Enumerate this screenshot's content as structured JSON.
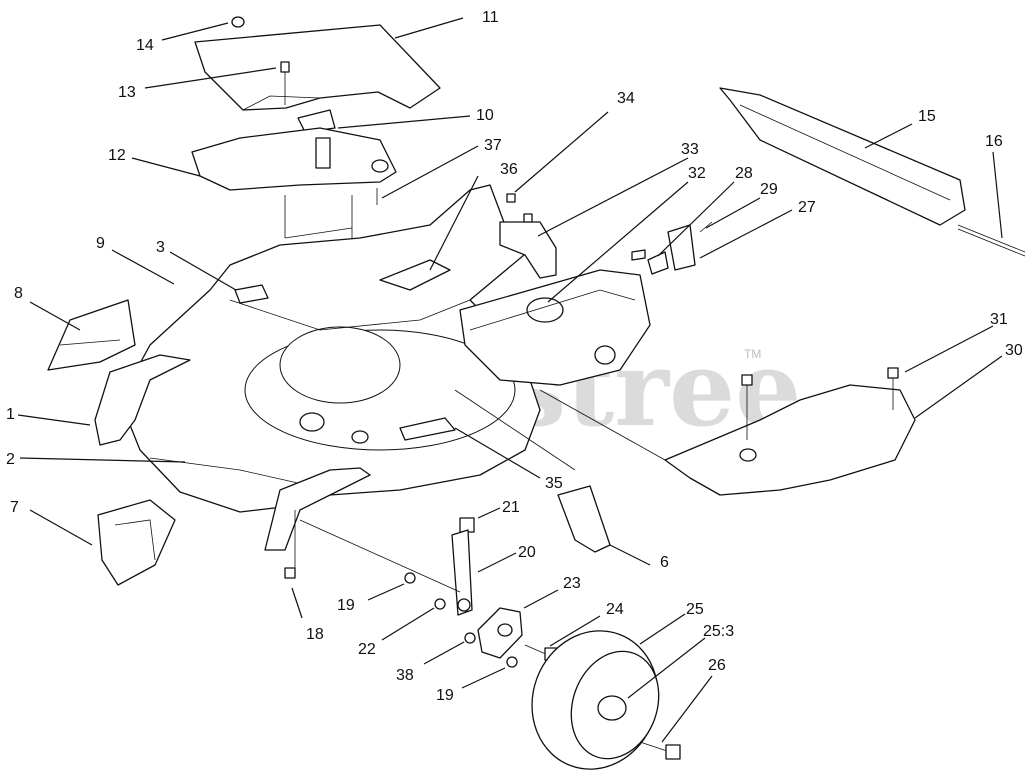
{
  "watermark": {
    "text": "Partstree",
    "trademark": "TM"
  },
  "callouts": [
    {
      "id": "c14",
      "text": "14"
    },
    {
      "id": "c11",
      "text": "11"
    },
    {
      "id": "c13",
      "text": "13"
    },
    {
      "id": "c10",
      "text": "10"
    },
    {
      "id": "c12",
      "text": "12"
    },
    {
      "id": "c37",
      "text": "37"
    },
    {
      "id": "c36",
      "text": "36"
    },
    {
      "id": "c34",
      "text": "34"
    },
    {
      "id": "c33",
      "text": "33"
    },
    {
      "id": "c32",
      "text": "32"
    },
    {
      "id": "c28",
      "text": "28"
    },
    {
      "id": "c29",
      "text": "29"
    },
    {
      "id": "c27",
      "text": "27"
    },
    {
      "id": "c15",
      "text": "15"
    },
    {
      "id": "c16",
      "text": "16"
    },
    {
      "id": "c9",
      "text": "9"
    },
    {
      "id": "c3",
      "text": "3"
    },
    {
      "id": "c8",
      "text": "8"
    },
    {
      "id": "c1",
      "text": "1"
    },
    {
      "id": "c2",
      "text": "2"
    },
    {
      "id": "c7",
      "text": "7"
    },
    {
      "id": "c31",
      "text": "31"
    },
    {
      "id": "c30",
      "text": "30"
    },
    {
      "id": "c35",
      "text": "35"
    },
    {
      "id": "c6",
      "text": "6"
    },
    {
      "id": "c21",
      "text": "21"
    },
    {
      "id": "c20",
      "text": "20"
    },
    {
      "id": "c23",
      "text": "23"
    },
    {
      "id": "c24",
      "text": "24"
    },
    {
      "id": "c25",
      "text": "25"
    },
    {
      "id": "c25_3",
      "text": "25:3"
    },
    {
      "id": "c26",
      "text": "26"
    },
    {
      "id": "c19a",
      "text": "19"
    },
    {
      "id": "c18",
      "text": "18"
    },
    {
      "id": "c22",
      "text": "22"
    },
    {
      "id": "c38",
      "text": "38"
    },
    {
      "id": "c19b",
      "text": "19"
    }
  ]
}
